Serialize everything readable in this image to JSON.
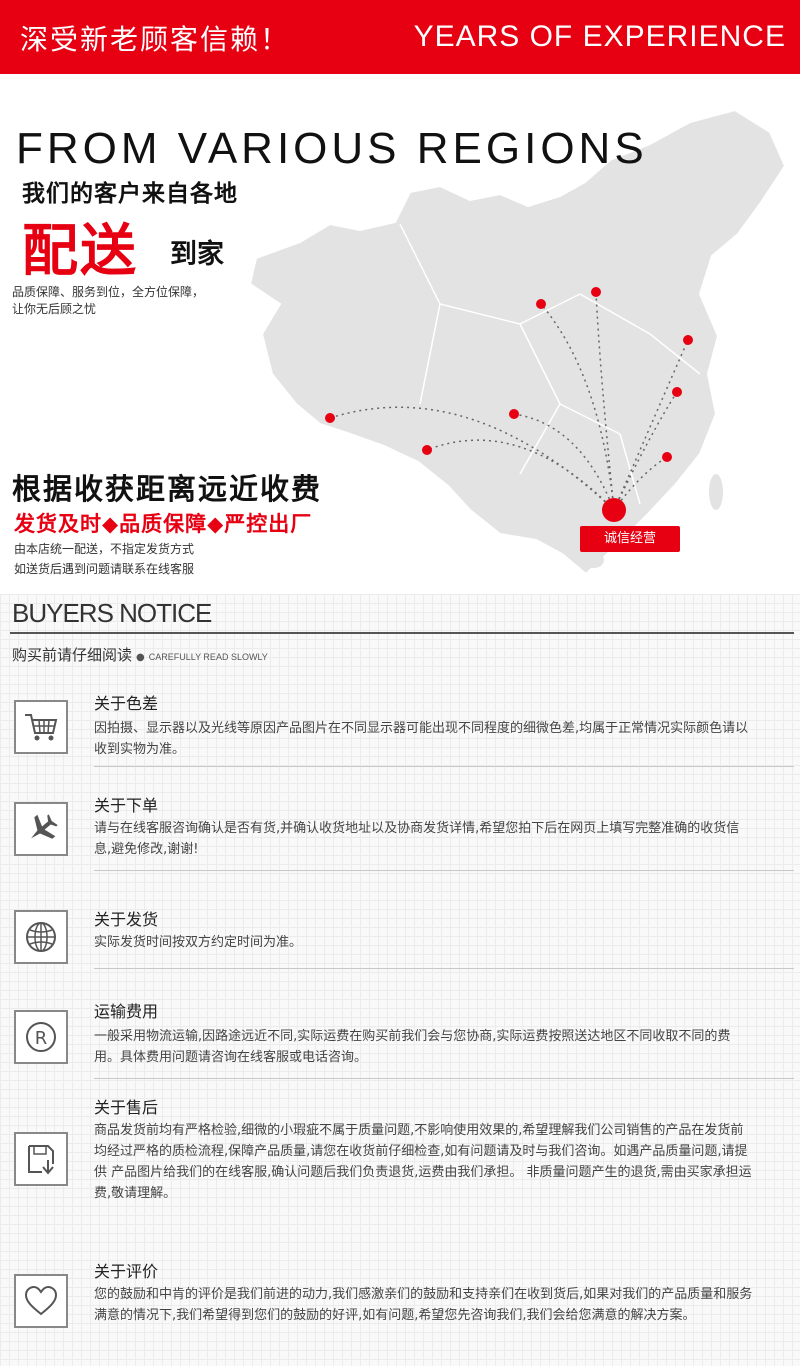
{
  "banner": {
    "left_text": "深受新老顾客信赖！",
    "right_text": "YEARS OF EXPERIENCE"
  },
  "map_section": {
    "heading_en": "FROM VARIOUS REGIONS",
    "heading_cn": "我们的客户来自各地",
    "peisong": "配送",
    "daojia": "到家",
    "desc_line1": "品质保障、服务到位，全方位保障，",
    "desc_line2": "让你无后顾之忧",
    "fee_heading": "根据收获距离远近收费",
    "slogan": "发货及时◆品质保障◆严控出厂",
    "note_line1": "由本店统一配送，不指定发货方式",
    "note_line2": "如送货后遇到问题请联系在线客服",
    "badge": "诚信经营",
    "colors": {
      "accent": "#e60012",
      "map": "#e3e3e3"
    }
  },
  "notice": {
    "title": "BUYERS NOTICE",
    "subtitle_cn": "购买前请仔细阅读",
    "subtitle_dot": "●",
    "subtitle_en": "CAREFULLY READ SLOWLY",
    "items": [
      {
        "icon": "shopping-cart-icon",
        "title": "关于色差",
        "desc": "因拍摄、显示器以及光线等原因产品图片在不同显示器可能出现不同程度的细微色差,均属于正常情况实际颜色请以收到实物为准。"
      },
      {
        "icon": "airplane-icon",
        "title": "关于下单",
        "desc": "请与在线客服咨询确认是否有货,并确认收货地址以及协商发货详情,希望您拍下后在网页上填写完整准确的收货信息,避免修改,谢谢!"
      },
      {
        "icon": "globe-icon",
        "title": "关于发货",
        "desc": "实际发货时间按双方约定时间为准。"
      },
      {
        "icon": "registered-icon",
        "title": "运输费用",
        "desc": "一般采用物流运输,因路途远近不同,实际运费在购买前我们会与您协商,实际运费按照送达地区不同收取不同的费用。具体费用问题请咨询在线客服或电话咨询。"
      },
      {
        "icon": "save-icon",
        "title": "关于售后",
        "desc": "商品发货前均有严格检验,细微的小瑕疵不属于质量问题,不影响使用效果的,希望理解我们公司销售的产品在发货前均经过严格的质检流程,保障产品质量,请您在收货前仔细检查,如有问题请及时与我们咨询。如遇产品质量问题,请提供 产品图片给我们的在线客服,确认问题后我们负责退货,运费由我们承担。 非质量问题产生的退货,需由买家承担运费,敬请理解。"
      },
      {
        "icon": "heart-icon",
        "title": "关于评价",
        "desc": "您的鼓励和中肯的评价是我们前进的动力,我们感激亲们的鼓励和支持亲们在收到货后,如果对我们的产品质量和服务满意的情况下,我们希望得到您们的鼓励的好评,如有问题,希望您先咨询我们,我们会给您满意的解决方案。"
      }
    ]
  }
}
